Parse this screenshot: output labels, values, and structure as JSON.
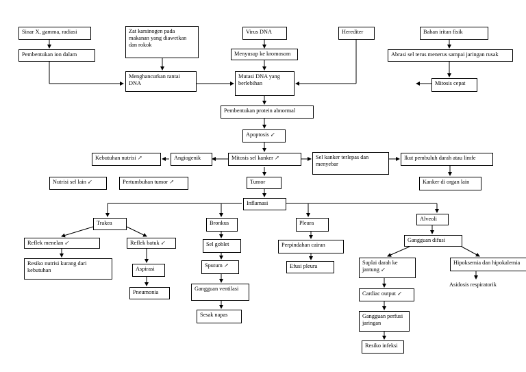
{
  "nodes": {
    "sinar": "Sinar X, gamma, radiasi",
    "ion": "Pembentukan ion dalam",
    "zat": "Zat karsinogen pada makanan yang diawetkan dan rokok",
    "menghancurkan": "Menghancurkan rantai DNA",
    "virus": "Virus DNA",
    "menyusup": "Menyusup ke kromosom",
    "mutasi": "Mutasi DNA yang berlebihan",
    "herediter": "Herediter",
    "bahan": "Bahan iritan fisik",
    "abrasi": "Abrasi sel terus menerus sampai jaringan rusak",
    "mitosis_cepat": "Mitosis cepat",
    "protein": "Pembentukan protein abnormal",
    "apoptosis": "Apoptosis ↙",
    "mitosis_kanker": "Mitosis sel kanker ↗",
    "angiogenik": "Angiogenik",
    "kebutuhan": "Kebutuhan nutrisi ↗",
    "nutrisi_lain": "Nutrisi sel lain ↙",
    "pertumbuhan": "Pertumbuhan tumor ↗",
    "terlepas": "Sel kanker terlepas dan menyebar",
    "pembuluh": "Ikut pembuluh darah atau limfe",
    "organ_lain": "Kanker di organ lain",
    "tumor": "Tumor",
    "inflamasi": "Inflamasi",
    "trakea": "Trakea",
    "reflek_menelan": "Reflek menelan ↙",
    "resiko_nutrisi": "Resiko nutrisi kurang dari kebutuhan",
    "reflek_batuk": "Reflek batuk ↙",
    "aspirasi": "Aspirasi",
    "pneumonia": "Pneumonia",
    "bronkus": "Bronkus",
    "sel_goblet": "Sel goblet",
    "sputum": "Sputum ↗",
    "gangguan_ventilasi": "Gangguan ventilasi",
    "sesak": "Sesak napas",
    "pleura": "Pleura",
    "perpindahan": "Perpindahan cairan",
    "efusi": "Efusi pleura",
    "alveoli": "Alveoli",
    "gangguan_difusi": "Gangguan difusi",
    "suplai": "Suplai darah ke jantung ↙",
    "cardiac": "Cardiac output ↙",
    "perfusi": "Gangguan perfusi jaringan",
    "resiko_infeksi": "Resiko infeksi",
    "hipoksemia": "Hipoksemia dan hipokalemia",
    "asidosis": "Asidosis respiratorik"
  }
}
